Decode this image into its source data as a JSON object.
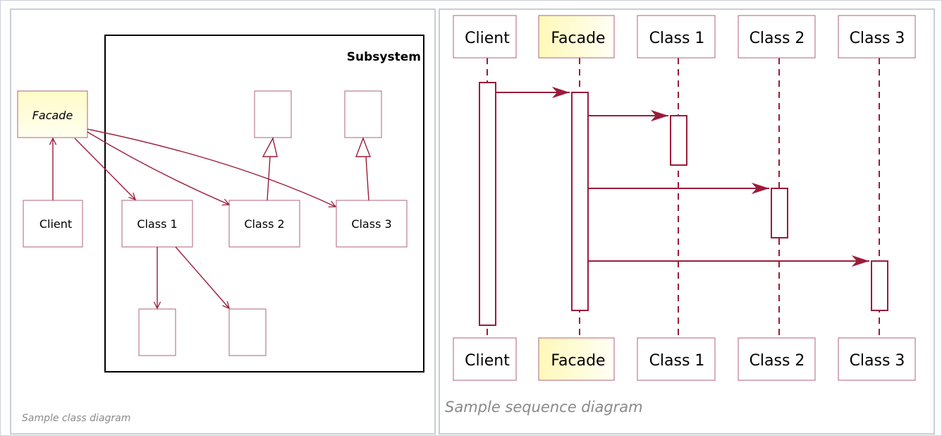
{
  "class_diagram": {
    "subsystem_label": "Subsystem",
    "facade_label": "Facade",
    "client_label": "Client",
    "class1_label": "Class 1",
    "class2_label": "Class 2",
    "class3_label": "Class 3",
    "caption": "Sample class diagram"
  },
  "sequence_diagram": {
    "participants": [
      "Client",
      "Facade",
      "Class 1",
      "Class 2",
      "Class 3"
    ],
    "caption": "Sample sequence diagram"
  },
  "colors": {
    "arrow": "#9b1c3a",
    "box_border": "#b2607a",
    "facade_fill_top": "#fffbd0",
    "facade_fill_bottom": "#ffffee",
    "panel_border": "#c9ced6",
    "caption": "#8a8a8a"
  }
}
